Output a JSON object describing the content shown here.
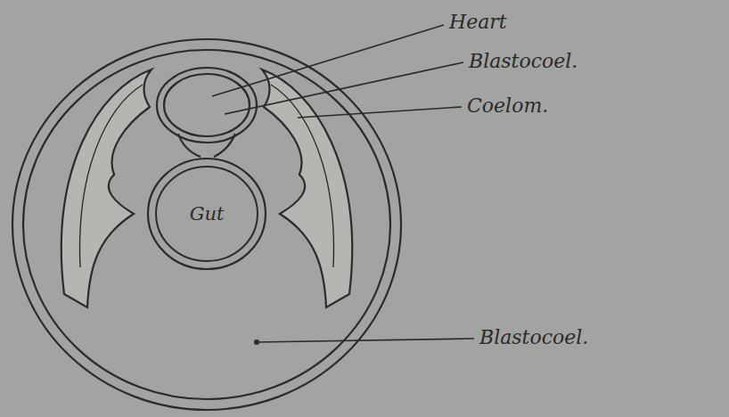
{
  "diagram": {
    "nodes": [
      {
        "text": [
          "Gut"
        ]
      }
    ],
    "labels": [
      "Heart",
      "Blastocoel.",
      "Coelom.",
      "Blastocoel."
    ]
  }
}
